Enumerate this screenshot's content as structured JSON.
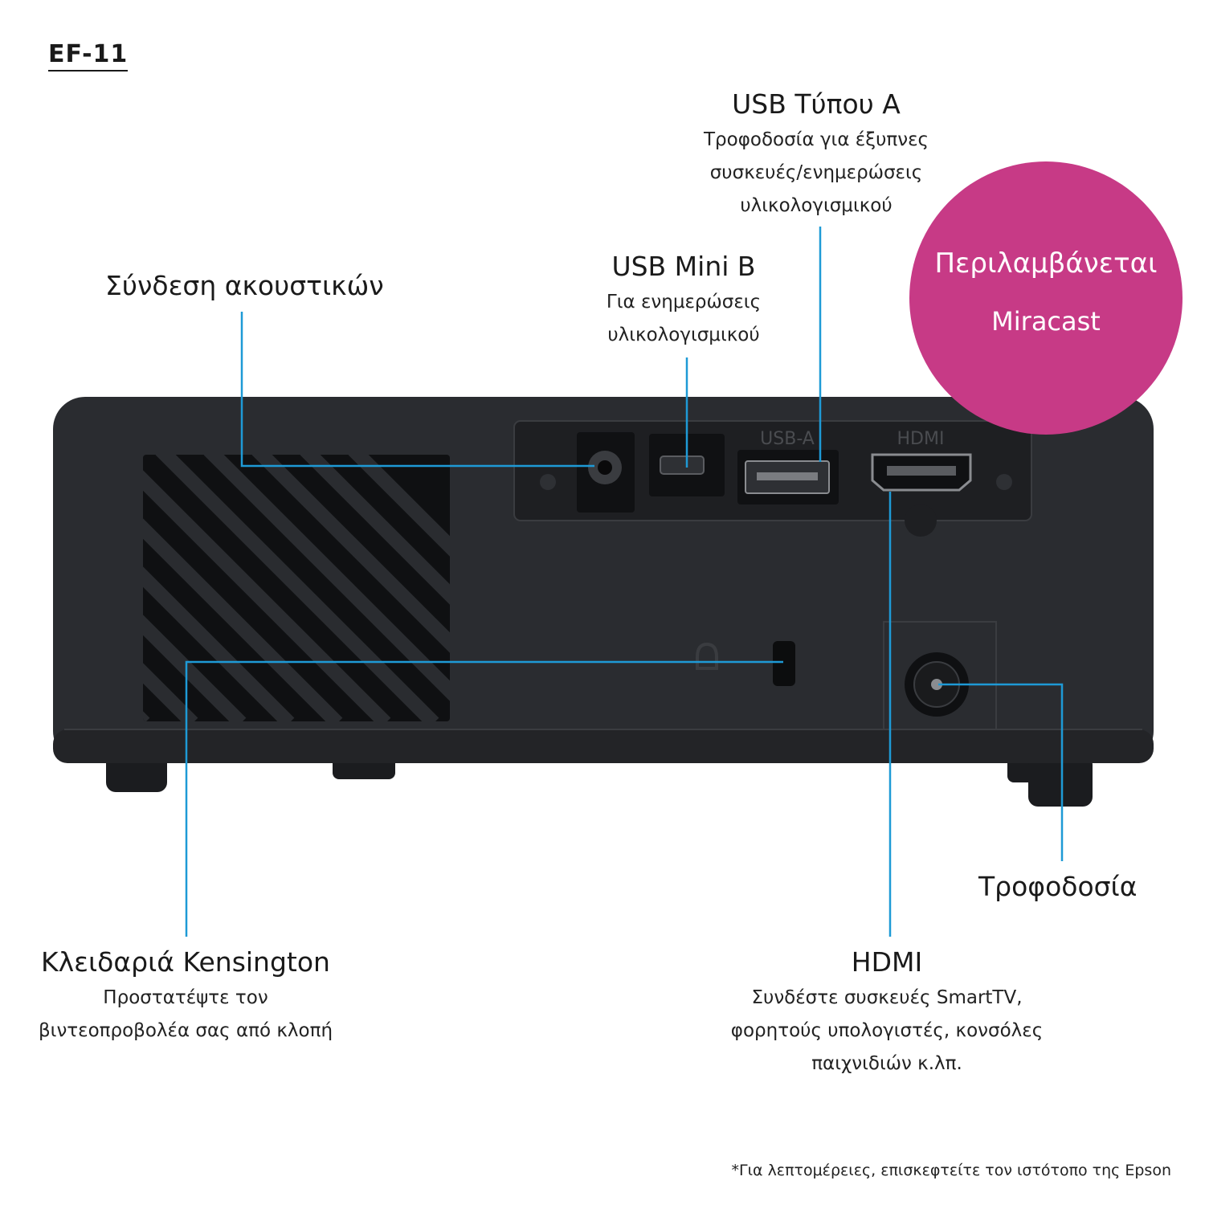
{
  "model": "EF-11",
  "badge": {
    "line1": "Περιλαμβάνεται",
    "line2": "Miracast",
    "color": "#c73a86"
  },
  "callouts": {
    "headphone": {
      "title": "Σύνδεση ακουστικών"
    },
    "usb_mini_b": {
      "title": "USB Mini B",
      "desc1": "Για ενημερώσεις",
      "desc2": "υλικολογισμικού"
    },
    "usb_a": {
      "title": "USB Τύπου A",
      "desc1": "Τροφοδοσία για έξυπνες",
      "desc2": "συσκευές/ενημερώσεις",
      "desc3": "υλικολογισμικού"
    },
    "kensington": {
      "title": "Κλειδαριά Kensington",
      "desc1": "Προστατέψτε τον",
      "desc2": "βιντεοπροβολέα σας από κλοπή"
    },
    "hdmi": {
      "title": "HDMI",
      "desc1": "Συνδέστε συσκευές SmartTV,",
      "desc2": "φορητούς υπολογιστές, κονσόλες",
      "desc3": "παιχνιδιών κ.λπ."
    },
    "power": {
      "title": "Τροφοδοσία"
    }
  },
  "device": {
    "panel_labels": {
      "usb_a": "USB-A",
      "hdmi": "HDMI"
    }
  },
  "footnote": "*Για λεπτομέρειες, επισκεφτείτε τον ιστότοπο της Epson",
  "colors": {
    "callout_line": "#1e9ad6",
    "device_body": "#2a2c30"
  }
}
